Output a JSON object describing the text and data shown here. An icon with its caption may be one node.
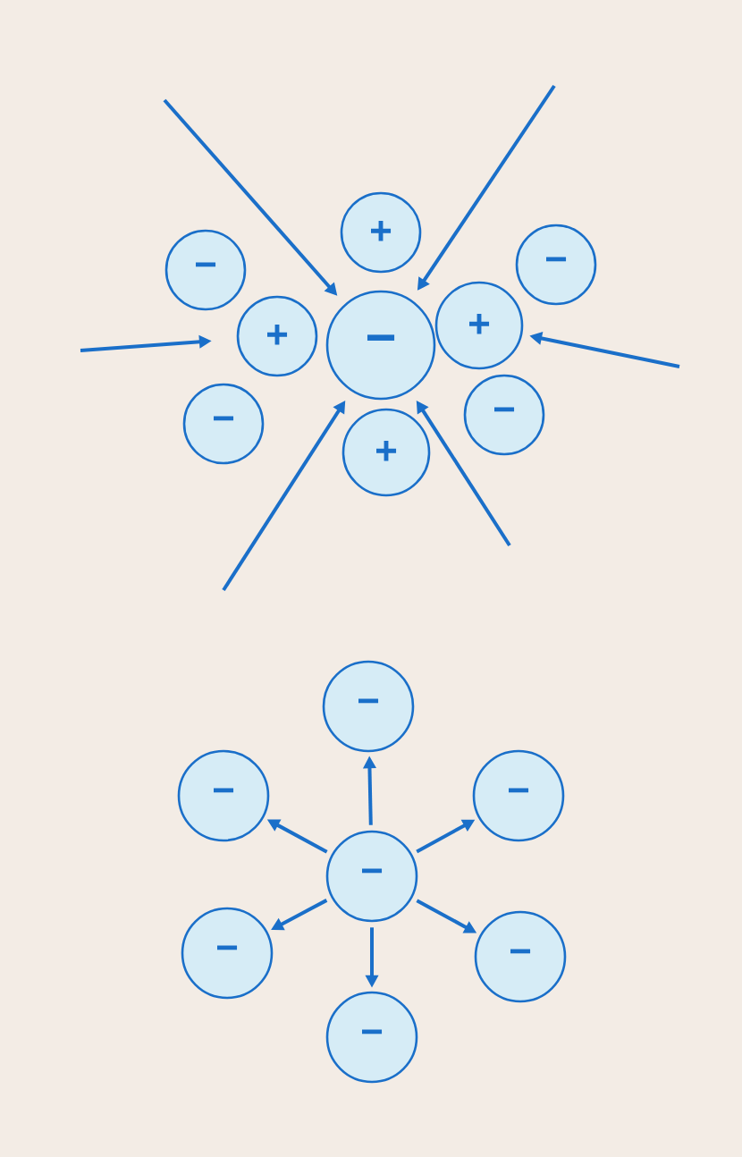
{
  "diagram": {
    "nodes": [
      {
        "text": [
          "−"
        ]
      },
      {
        "text": [
          "+"
        ]
      },
      {
        "text": [
          "−"
        ]
      },
      {
        "text": [
          "+"
        ]
      },
      {
        "text": [
          "−"
        ]
      },
      {
        "text": [
          "+"
        ]
      },
      {
        "text": [
          "−"
        ]
      },
      {
        "text": [
          "−"
        ]
      },
      {
        "text": [
          "+"
        ]
      },
      {
        "text": [
          "−"
        ]
      },
      {
        "text": [
          "−"
        ]
      },
      {
        "text": [
          "−"
        ]
      },
      {
        "text": [
          "−"
        ]
      },
      {
        "text": [
          "−"
        ]
      },
      {
        "text": [
          "−"
        ]
      },
      {
        "text": [
          "−"
        ]
      }
    ],
    "edges": [
      {
        "from": null,
        "to": 4,
        "arrow": "to"
      },
      {
        "from": null,
        "to": 3,
        "arrow": "to"
      },
      {
        "from": null,
        "to": 4,
        "arrow": "to"
      },
      {
        "from": null,
        "to": 5,
        "arrow": "to"
      },
      {
        "from": null,
        "to": 4,
        "arrow": "to"
      },
      {
        "from": null,
        "to": 4,
        "arrow": "to"
      },
      {
        "from": 12,
        "to": 9,
        "arrow": "to"
      },
      {
        "from": 12,
        "to": 10,
        "arrow": "to"
      },
      {
        "from": 12,
        "to": 11,
        "arrow": "to"
      },
      {
        "from": 12,
        "to": 13,
        "arrow": "to"
      },
      {
        "from": 12,
        "to": 14,
        "arrow": "to"
      },
      {
        "from": 12,
        "to": 15,
        "arrow": "to"
      }
    ]
  }
}
